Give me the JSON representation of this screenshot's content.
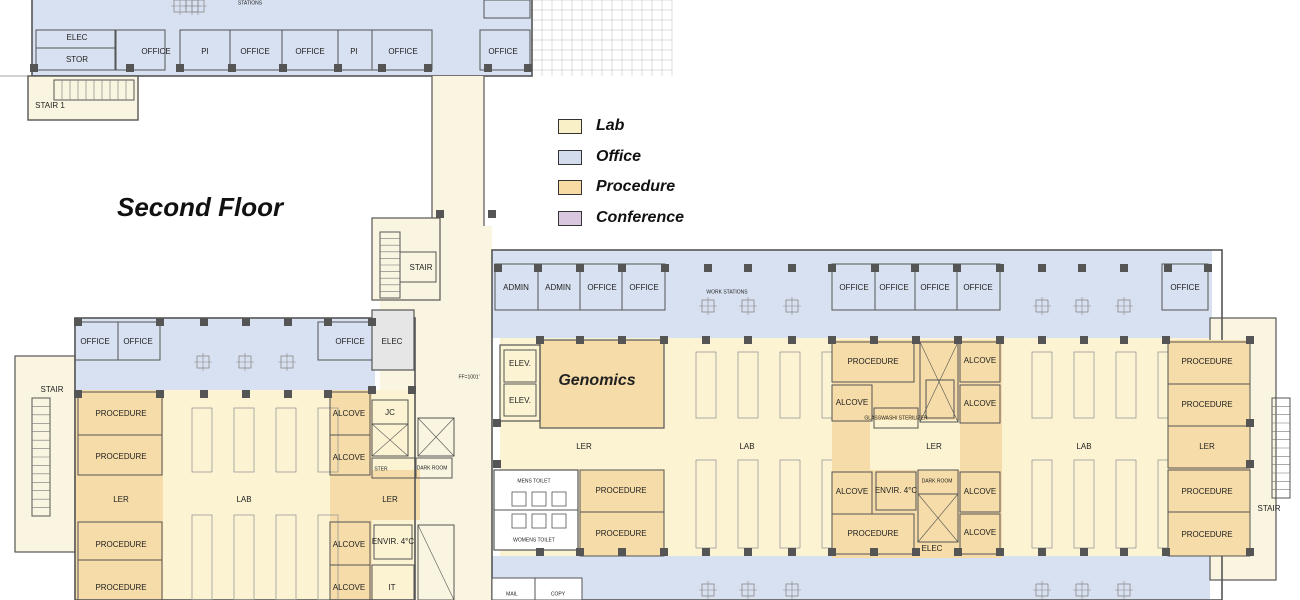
{
  "floor_title": "Second Floor",
  "legend": [
    {
      "label": "Lab",
      "color": "#faf0c8"
    },
    {
      "label": "Office",
      "color": "#d3dcec"
    },
    {
      "label": "Procedure",
      "color": "#f8dba3"
    },
    {
      "label": "Conference",
      "color": "#d9c7df"
    }
  ],
  "colors": {
    "lab": "#fbf3d2",
    "office": "#d8e1f1",
    "procedure": "#f6dca8",
    "circulation": "#faf5e0",
    "wall": "#555555",
    "column": "#555555"
  },
  "labels": {
    "elec": "ELEC",
    "stor": "STOR",
    "stair1": "STAIR 1",
    "stair": "STAIR",
    "office": "OFFICE",
    "pi": "PI",
    "admin": "ADMIN",
    "work_stations": "WORK STATIONS",
    "stations": "STATIONS",
    "procedure": "PROCEDURE",
    "alcove": "ALCOVE",
    "ler": "LER",
    "lab": "LAB",
    "jc": "JC",
    "ster": "STER",
    "dark_room": "DARK ROOM",
    "envir": "ENVIR. 4°C",
    "it": "IT",
    "elev": "ELEV.",
    "ff": "FF=1001'",
    "genomics": "Genomics",
    "mens_toilet": "MENS TOILET",
    "womens_toilet": "WOMENS TOILET",
    "mail": "MAIL",
    "copy": "COPY",
    "glasswash": "GLASSWASH/ STERILIZER"
  }
}
